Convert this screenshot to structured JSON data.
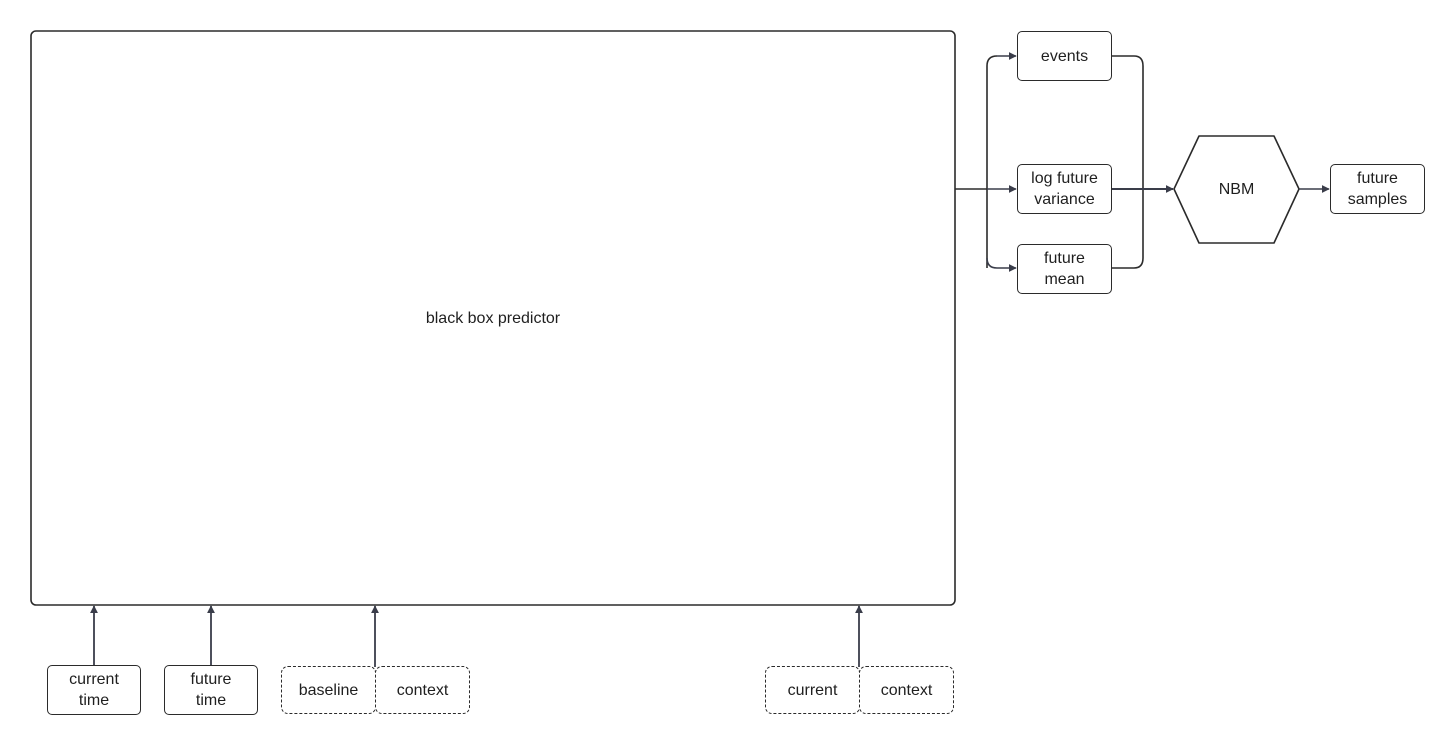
{
  "diagram": {
    "predictor": {
      "label": "black box predictor"
    },
    "inputs": [
      {
        "id": "current-time",
        "label": "current\ntime",
        "style": "solid"
      },
      {
        "id": "future-time",
        "label": "future\ntime",
        "style": "solid"
      },
      {
        "id": "baseline",
        "label": "baseline",
        "style": "dashed"
      },
      {
        "id": "context-1",
        "label": "context",
        "style": "dashed"
      },
      {
        "id": "current",
        "label": "current",
        "style": "dashed"
      },
      {
        "id": "context-2",
        "label": "context",
        "style": "dashed"
      }
    ],
    "outputs": [
      {
        "id": "events",
        "label": "events"
      },
      {
        "id": "log-future-variance",
        "label": "log future\nvariance"
      },
      {
        "id": "future-mean",
        "label": "future\nmean"
      }
    ],
    "nbm": {
      "label": "NBM"
    },
    "result": {
      "label": "future\nsamples"
    },
    "colors": {
      "stroke": "#2b2b2b",
      "arrow": "#3a3d4a",
      "text": "#1f1f1f",
      "background": "#ffffff"
    }
  }
}
